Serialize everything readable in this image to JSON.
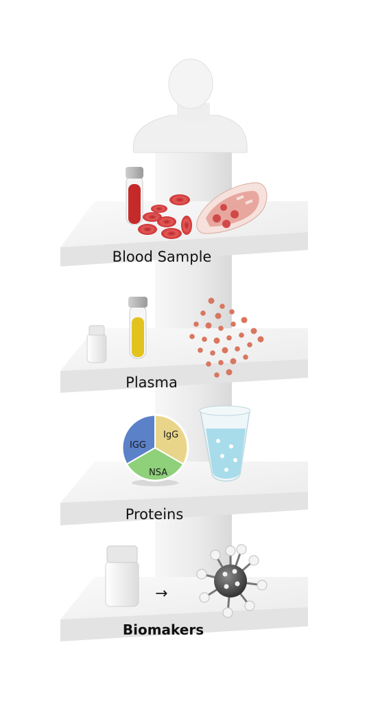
{
  "levels": [
    {
      "label": "Blood Sample"
    },
    {
      "label": "Plasma"
    },
    {
      "label": "Proteins"
    },
    {
      "label": "Biomakers"
    }
  ],
  "pie": {
    "slices": [
      {
        "label": "IgG",
        "color": "#e9d58a"
      },
      {
        "label": "NSA",
        "color": "#8fd07a"
      },
      {
        "label": "IGG",
        "color": "#5b82c9"
      }
    ]
  },
  "arrow_glyph": "→",
  "colors": {
    "shelf_top": "#f3f3f3",
    "shelf_front": "#e4e4e4",
    "column": "#ececec",
    "blood": "#c42a2a",
    "plasma": "#e2c31d",
    "particle": "#d9765f",
    "tube_liquid": "#a8dcea",
    "virus": "#4a4a4a"
  }
}
